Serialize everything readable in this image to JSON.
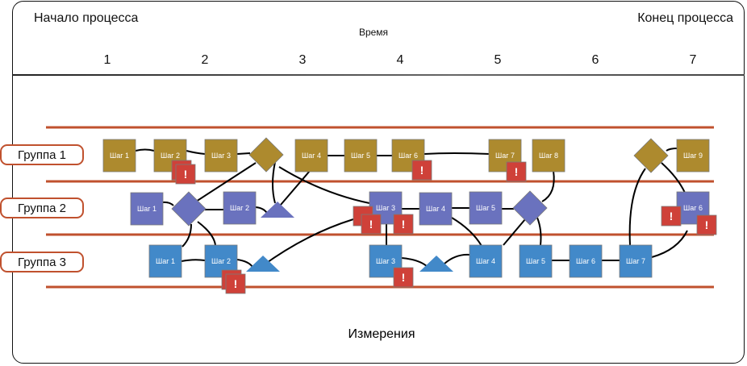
{
  "header": {
    "start_label": "Начало процесса",
    "end_label": "Конец процесса",
    "time_label": "Время",
    "time_ticks": [
      "1",
      "2",
      "3",
      "4",
      "5",
      "6",
      "7"
    ]
  },
  "footer": {
    "measure_label": "Измерения"
  },
  "colors": {
    "group1": "#ad8a2e",
    "group2": "#6a72be",
    "group3": "#4289c9",
    "warning": "#cf4139",
    "lane_line": "#c0512e",
    "connector": "#000000"
  },
  "groups": [
    {
      "label": "Группа 1",
      "color_key": "group1"
    },
    {
      "label": "Группа 2",
      "color_key": "group2"
    },
    {
      "label": "Группа 3",
      "color_key": "group3"
    }
  ],
  "steps": {
    "g1": [
      "Шаг 1",
      "Шаг 2",
      "Шаг 3",
      "Шаг 4",
      "Шаг 5",
      "Шаг 6",
      "Шаг 7",
      "Шаг 8",
      "Шаг 9"
    ],
    "g2": [
      "Шаг 1",
      "Шаг 2",
      "Шаг 3",
      "Шаг 4",
      "Шаг 5",
      "Шаг 6"
    ],
    "g3": [
      "Шаг 1",
      "Шаг 2",
      "Шаг 3",
      "Шаг 4",
      "Шаг 5",
      "Шаг 6",
      "Шаг 7"
    ]
  },
  "warning_symbol": "!"
}
